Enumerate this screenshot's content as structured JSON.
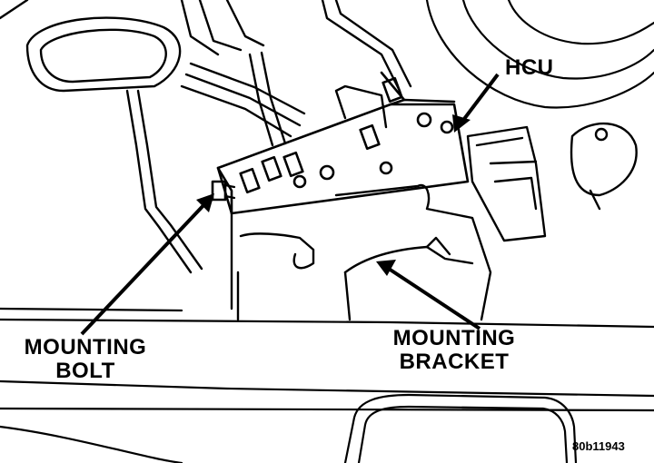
{
  "labels": {
    "hcu": "HCU",
    "bolt_line1": "MOUNTING",
    "bolt_line2": "BOLT",
    "bracket_line1": "MOUNTING",
    "bracket_line2": "BRACKET"
  },
  "figure_code": "80b11943",
  "colors": {
    "ink": "#000000",
    "paper": "#ffffff"
  }
}
